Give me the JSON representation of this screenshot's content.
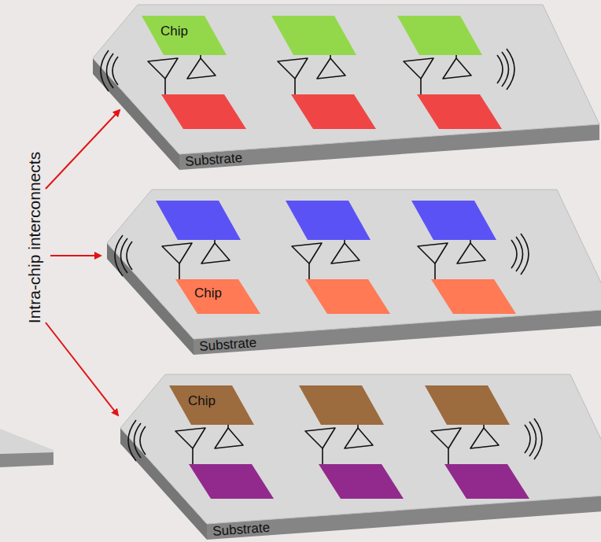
{
  "diagram": {
    "nodes": [
      {
        "text": [
          "Substrate"
        ]
      },
      {
        "text": [
          "Chip"
        ],
        "in": 0
      },
      {
        "text": [
          "Substrate"
        ]
      },
      {
        "text": [
          "Chip"
        ],
        "in": 2
      },
      {
        "text": [
          "Substrate"
        ]
      },
      {
        "text": [
          "Chip"
        ],
        "in": 4
      }
    ],
    "labels": [
      "Intra-chip interconnects"
    ]
  }
}
